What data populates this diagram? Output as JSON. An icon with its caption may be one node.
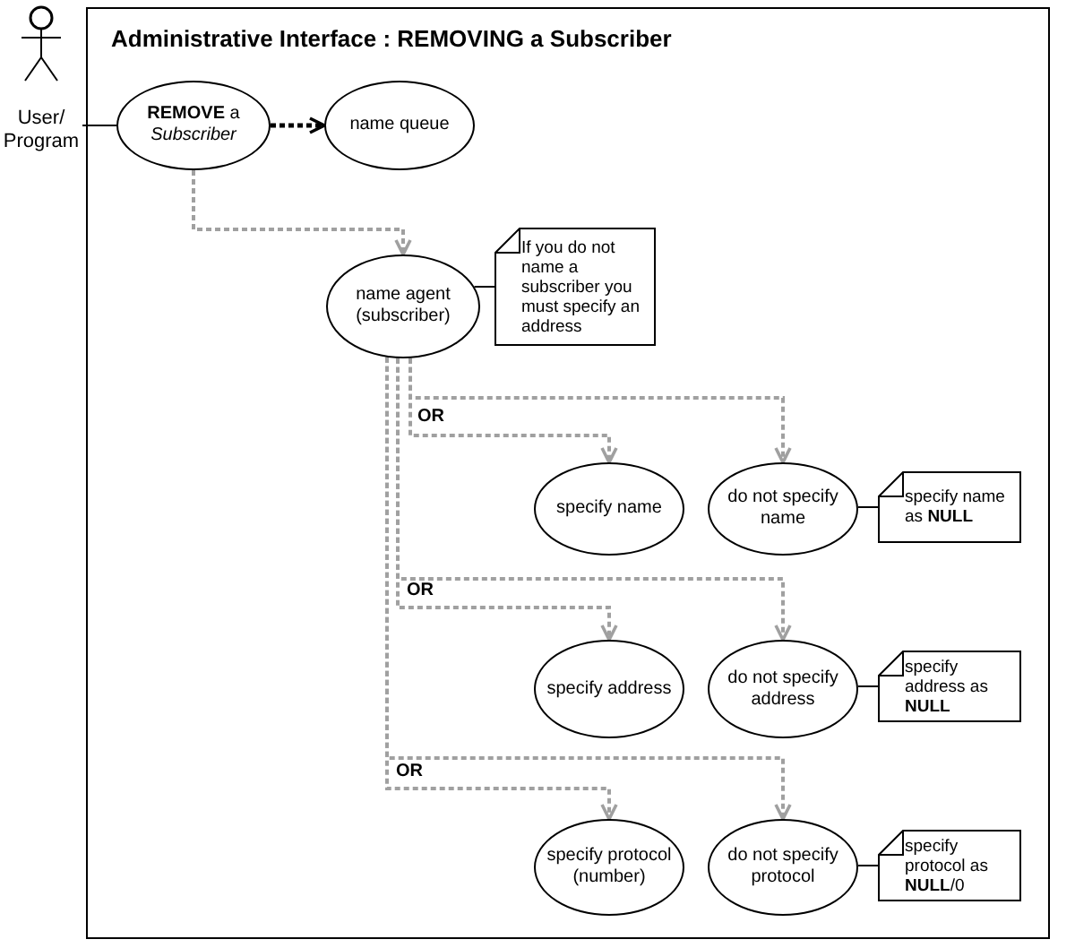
{
  "diagram": {
    "title": "Administrative Interface : REMOVING a Subscriber",
    "nodes": [
      {
        "text": [
          "User/ Program"
        ]
      },
      {
        "text": [
          "**REMOVE** a *Subscriber*"
        ]
      },
      {
        "text": [
          "name queue"
        ]
      },
      {
        "text": [
          "name agent (subscriber)"
        ]
      },
      {
        "text": [
          "If you do not name a subscriber you must specify an address"
        ]
      },
      {
        "text": [
          "specify name"
        ]
      },
      {
        "text": [
          "do not specify name"
        ]
      },
      {
        "text": [
          "specify name as **NULL**"
        ]
      },
      {
        "text": [
          "specify address"
        ]
      },
      {
        "text": [
          "do not specify address"
        ]
      },
      {
        "text": [
          "specify address as **NULL**"
        ]
      },
      {
        "text": [
          "specify protocol (number)"
        ]
      },
      {
        "text": [
          "do not specify protocol"
        ]
      },
      {
        "text": [
          "specify protocol as **NULL**/0"
        ]
      }
    ],
    "edges": [
      {
        "from": 0,
        "to": 1,
        "arrow": "none",
        "color": "#000000"
      },
      {
        "from": 1,
        "to": 2,
        "arrow": "to",
        "style": "dashed",
        "color": "#000000"
      },
      {
        "from": 1,
        "to": 3,
        "arrow": "to",
        "style": "dashed"
      },
      {
        "from": 3,
        "to": 4,
        "arrow": "none",
        "color": "#000000"
      },
      {
        "from": 3,
        "to": 5,
        "arrow": "to",
        "style": "dashed",
        "label": "OR"
      },
      {
        "from": 3,
        "to": 6,
        "arrow": "to",
        "style": "dashed"
      },
      {
        "from": 6,
        "to": 7,
        "arrow": "none",
        "color": "#000000"
      },
      {
        "from": 3,
        "to": 8,
        "arrow": "to",
        "style": "dashed",
        "label": "OR"
      },
      {
        "from": 3,
        "to": 9,
        "arrow": "to",
        "style": "dashed"
      },
      {
        "from": 9,
        "to": 10,
        "arrow": "none",
        "color": "#000000"
      },
      {
        "from": 3,
        "to": 11,
        "arrow": "to",
        "style": "dashed",
        "label": "OR"
      },
      {
        "from": 3,
        "to": 12,
        "arrow": "to",
        "style": "dashed"
      },
      {
        "from": 12,
        "to": 13,
        "arrow": "none",
        "color": "#000000"
      }
    ]
  }
}
